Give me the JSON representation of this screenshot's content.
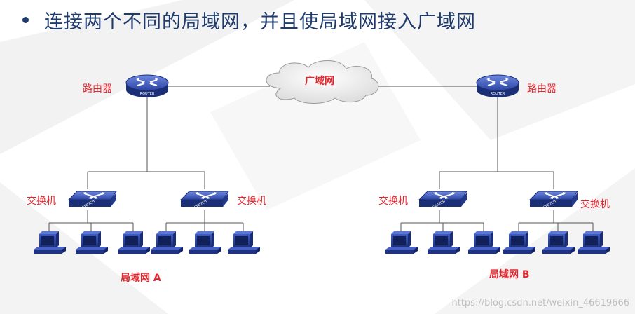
{
  "title": "连接两个不同的局域网，并且使局域网接入广域网",
  "wan_label": "广域网",
  "router_label": "路由器",
  "router_text": "ROUTER",
  "switch_label": "交换机",
  "switch_text": "SWITCH",
  "lans": [
    {
      "label": "局域网  A"
    },
    {
      "label": "局域网  B"
    }
  ],
  "watermark": "https://blog.csdn.net/weixin_46619666",
  "colors": {
    "title": "#1f3b6e",
    "label": "#e1262d",
    "device_dark": "#1b2f77",
    "device_light": "#4b66c8",
    "line": "#555555"
  }
}
